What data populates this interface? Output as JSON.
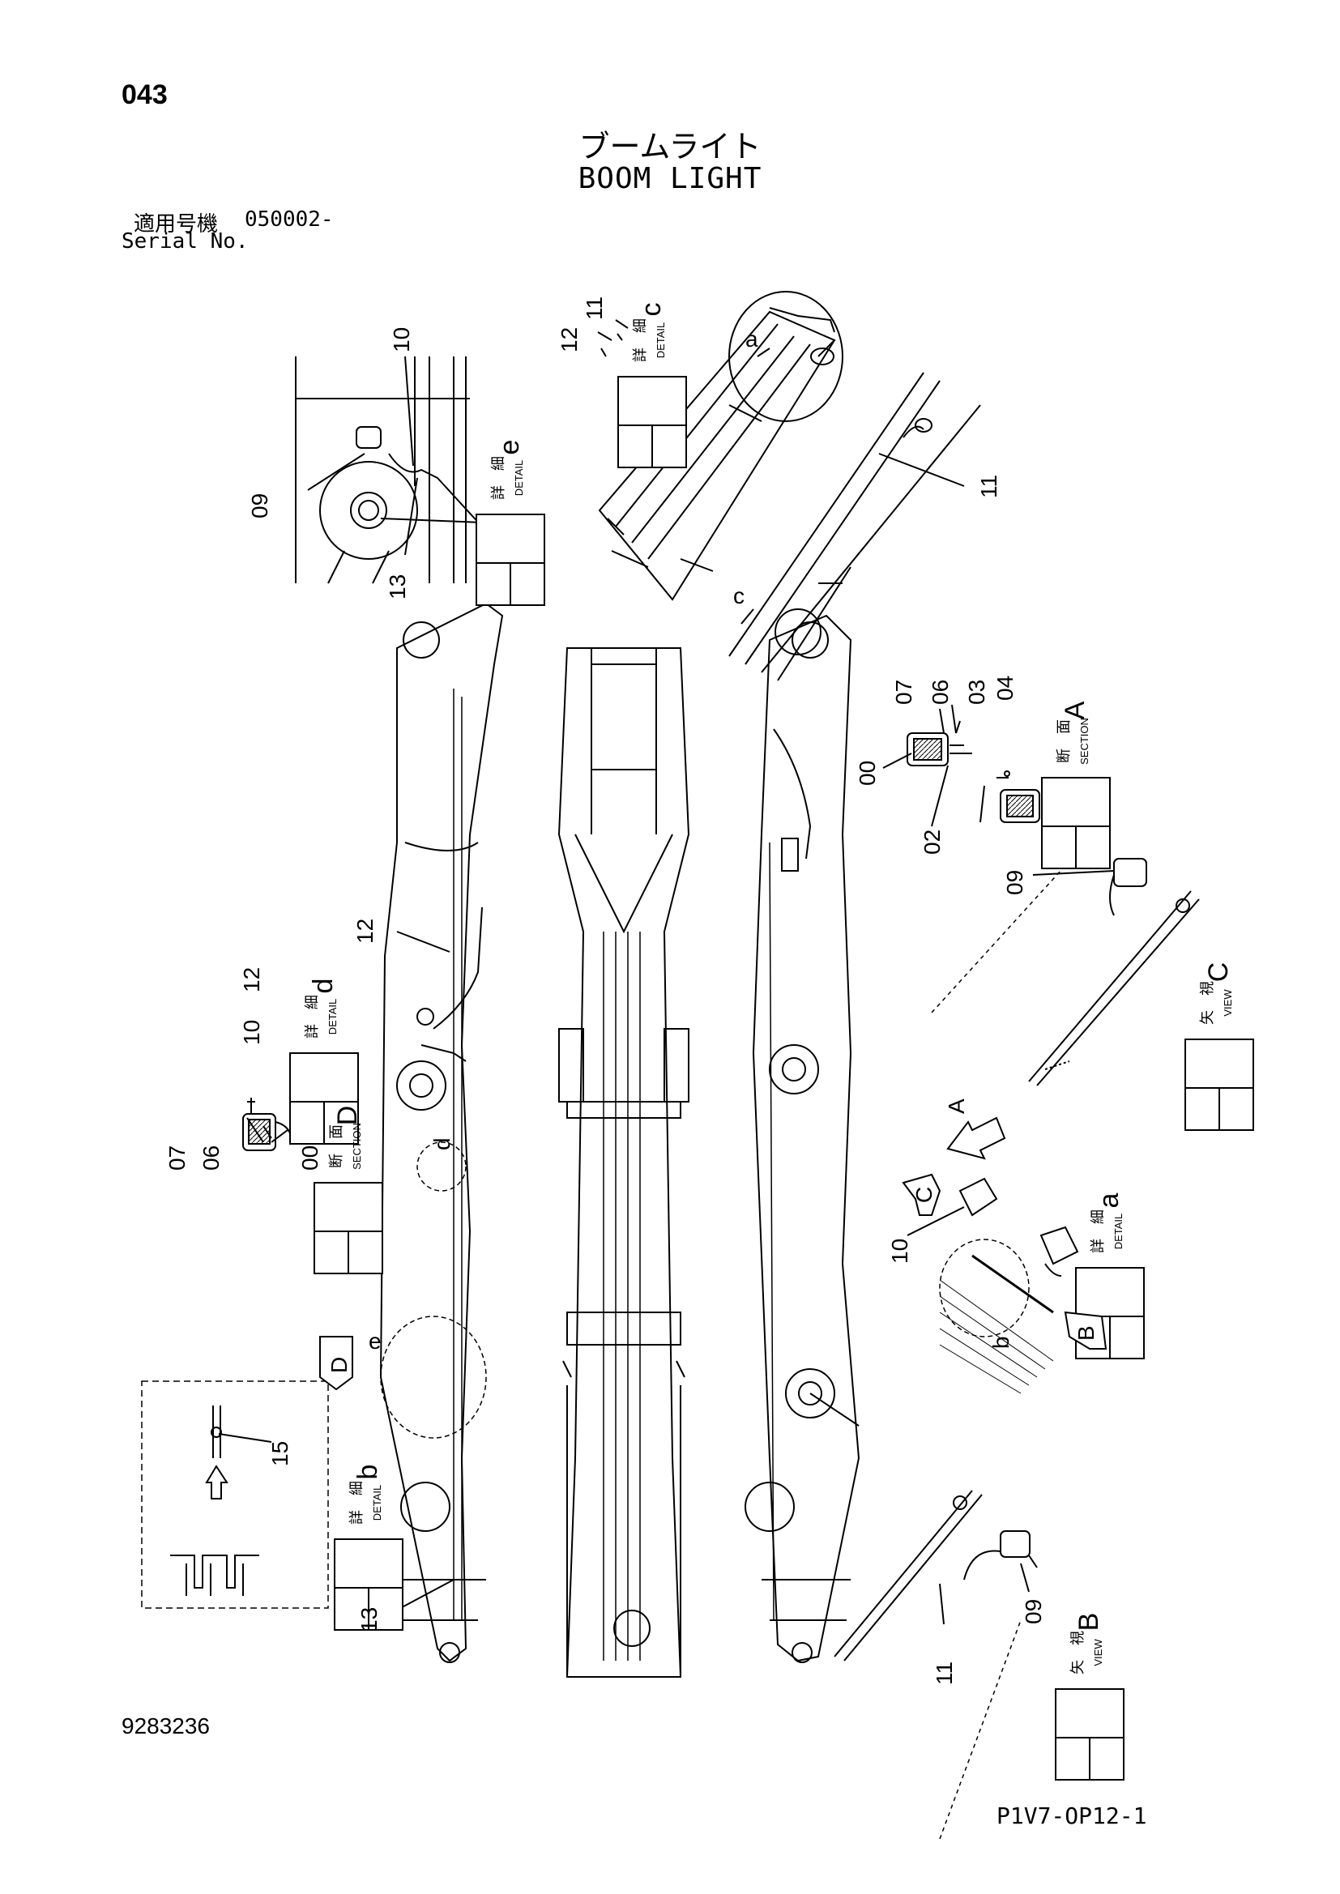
{
  "header": {
    "page_number": "043",
    "title_jp": "ブームライト",
    "title_en": "BOOM LIGHT",
    "serial_label_jp": "適用号機",
    "serial_value": "050002-",
    "serial_label_en": "Serial No."
  },
  "footer": {
    "document_number": "9283236",
    "reference_code": "P1V7-OP12-1"
  },
  "boxes": {
    "detail_jp": "詳　細",
    "detail_en": "DETAIL",
    "section_jp": "断　面",
    "section_en": "SECTION",
    "view_jp": "矢　視",
    "view_en": "VIEW",
    "detail_c": "c",
    "detail_e": "e",
    "detail_d": "d",
    "detail_a": "a",
    "detail_b": "b",
    "section_A": "A",
    "section_D": "D",
    "view_C": "C",
    "view_B": "B"
  },
  "callouts": {
    "c12": "12",
    "c11": "11",
    "e10": "10",
    "e09": "09",
    "e13": "13",
    "a_label": "a",
    "c_label": "c",
    "r11": "11",
    "A07": "07",
    "A06": "06",
    "A03": "03",
    "A04": "04",
    "A00": "00",
    "A02": "02",
    "C09": "09",
    "m12": "12",
    "d10": "10",
    "d12": "12",
    "D07": "07",
    "D06": "06",
    "D00": "00",
    "d_circle": "d",
    "e_circle": "e",
    "arrowA": "A",
    "arrowC": "C",
    "arrowB": "B",
    "arrowD": "D",
    "a10": "10",
    "b_circle": "b",
    "b15": "15",
    "m13": "13",
    "B09": "09",
    "B11": "11"
  }
}
